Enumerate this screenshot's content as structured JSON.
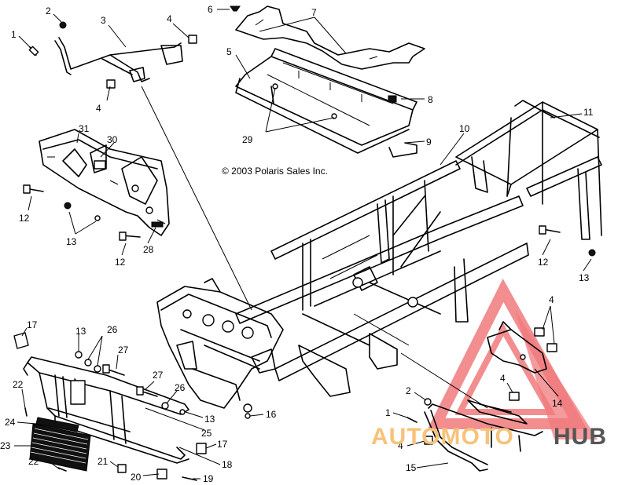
{
  "copyright": "© 2003 Polaris Sales Inc.",
  "watermark": {
    "text_left": "AUTOMOTO",
    "text_right": "HUB",
    "color_left": "#f7c27a",
    "color_right": "#555555",
    "logo_color": "#e8262a"
  },
  "callouts": [
    "1",
    "2",
    "3",
    "4",
    "4",
    "5",
    "6",
    "7",
    "8",
    "9",
    "10",
    "11",
    "12",
    "12",
    "12",
    "13",
    "13",
    "13",
    "13",
    "14",
    "15",
    "16",
    "17",
    "17",
    "18",
    "19",
    "20",
    "21",
    "22",
    "22",
    "23",
    "24",
    "25",
    "26",
    "26",
    "27",
    "27",
    "28",
    "29",
    "30",
    "31",
    "2",
    "1",
    "4",
    "4"
  ]
}
